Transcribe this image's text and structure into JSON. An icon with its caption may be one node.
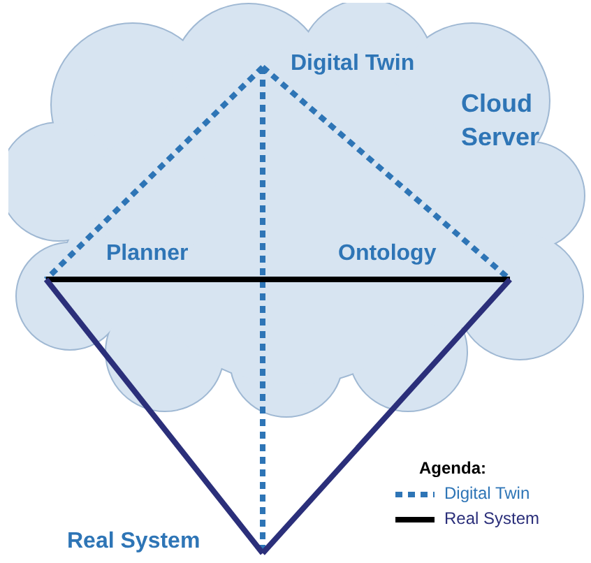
{
  "diagram": {
    "nodes": [
      {
        "text": [
          "Cloud Server"
        ]
      },
      {
        "text": [
          "Digital Twin"
        ],
        "in": 0
      },
      {
        "text": [
          "Planner"
        ],
        "in": 0
      },
      {
        "text": [
          "Ontology"
        ],
        "in": 0
      },
      {
        "text": [
          "Real System"
        ]
      }
    ],
    "edges": [
      {
        "from": 1,
        "to": 2,
        "arrow": "none",
        "style": "dashed"
      },
      {
        "from": 1,
        "to": 3,
        "arrow": "none",
        "style": "dashed"
      },
      {
        "from": 1,
        "to": 4,
        "arrow": "none",
        "style": "dashed"
      },
      {
        "from": 2,
        "to": 3,
        "arrow": "none",
        "color": "#000000"
      },
      {
        "from": 2,
        "to": 4,
        "arrow": "none",
        "color": "#2b2f7a"
      },
      {
        "from": 3,
        "to": 4,
        "arrow": "none",
        "color": "#2b2f7a"
      }
    ],
    "labels": [
      "Agenda:"
    ],
    "legend": [
      {
        "text": "Digital Twin"
      },
      {
        "text": "Real System"
      }
    ]
  }
}
